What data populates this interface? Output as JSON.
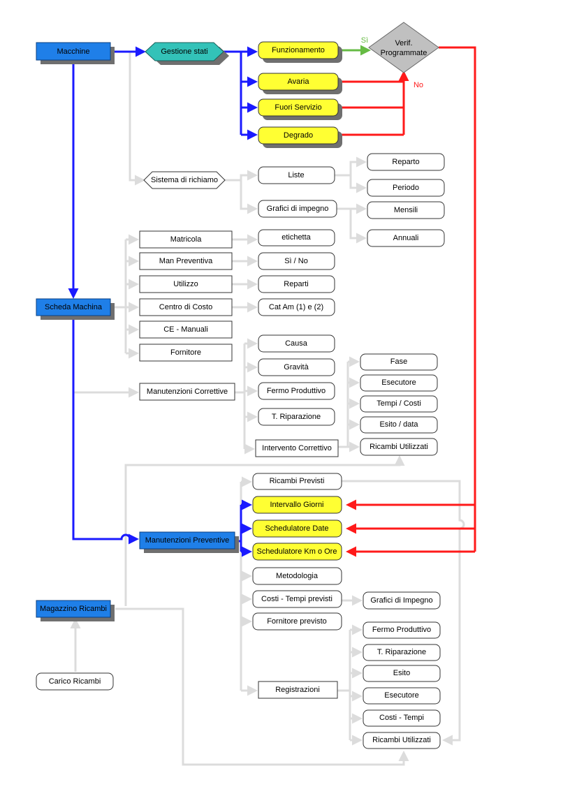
{
  "colors": {
    "blue_box": "#1f7fe8",
    "yellow_box": "#ffff33",
    "teal_hex": "#33c2b8",
    "decision_grey": "#c0c0c0",
    "connector_grey": "#dcdcdc",
    "connector_blue": "#1a1aff",
    "connector_red": "#ff1a1a",
    "connector_green": "#66bb44"
  },
  "nodes": {
    "macchine": "Macchine",
    "gestione_stati": "Gestione stati",
    "funzionamento": "Funzionamento",
    "avaria": "Avaria",
    "fuori_servizio": "Fuori Servizio",
    "degrado": "Degrado",
    "verif_line1": "Verif.",
    "verif_line2": "Programmate",
    "si": "Sì",
    "no": "No",
    "sistema_richiamo": "Sistema di richiamo",
    "liste": "Liste",
    "reparto": "Reparto",
    "periodo": "Periodo",
    "grafici_impegno": "Grafici di impegno",
    "mensili": "Mensili",
    "annuali": "Annuali",
    "matricola": "Matricola",
    "etichetta": "etichetta",
    "man_preventiva": "Man Preventiva",
    "si_no": "Sì / No",
    "utilizzo": "Utilizzo",
    "reparti": "Reparti",
    "scheda_machina": "Scheda Machina",
    "centro_costo": "Centro di Costo",
    "cat_am": "Cat Am (1) e (2)",
    "ce_manuali": "CE - Manuali",
    "fornitore": "Fornitore",
    "causa": "Causa",
    "gravita": "Gravità",
    "man_correttive": "Manutenzioni Correttive",
    "fermo_produttivo": "Fermo Produttivo",
    "t_riparazione": "T. Riparazione",
    "intervento_correttivo": "Intervento Correttivo",
    "fase": "Fase",
    "esecutore": "Esecutore",
    "tempi_costi": "Tempi / Costi",
    "esito_data": "Esito / data",
    "ricambi_utilizzati_1": "Ricambi Utilizzati",
    "ricambi_previsti": "Ricambi Previsti",
    "intervallo_giorni": "Intervallo Giorni",
    "schedulatore_date": "Schedulatore Date",
    "man_preventive": "Manutenzioni Preventive",
    "schedulatore_km": "Schedulatore Km o Ore",
    "metodologia": "Metodologia",
    "costi_tempi_previsti": "Costi - Tempi previsti",
    "grafici_impegno_2": "Grafici di Impegno",
    "magazzino_ricambi": "Magazzino Ricambi",
    "fornitore_previsto": "Fornitore previsto",
    "fermo_produttivo_2": "Fermo Produttivo",
    "t_riparazione_2": "T. Riparazione",
    "esito": "Esito",
    "registrazioni": "Registrazioni",
    "esecutore_2": "Esecutore",
    "costi_tempi": "Costi - Tempi",
    "carico_ricambi": "Carico Ricambi",
    "ricambi_utilizzati_2": "Ricambi Utilizzati"
  }
}
